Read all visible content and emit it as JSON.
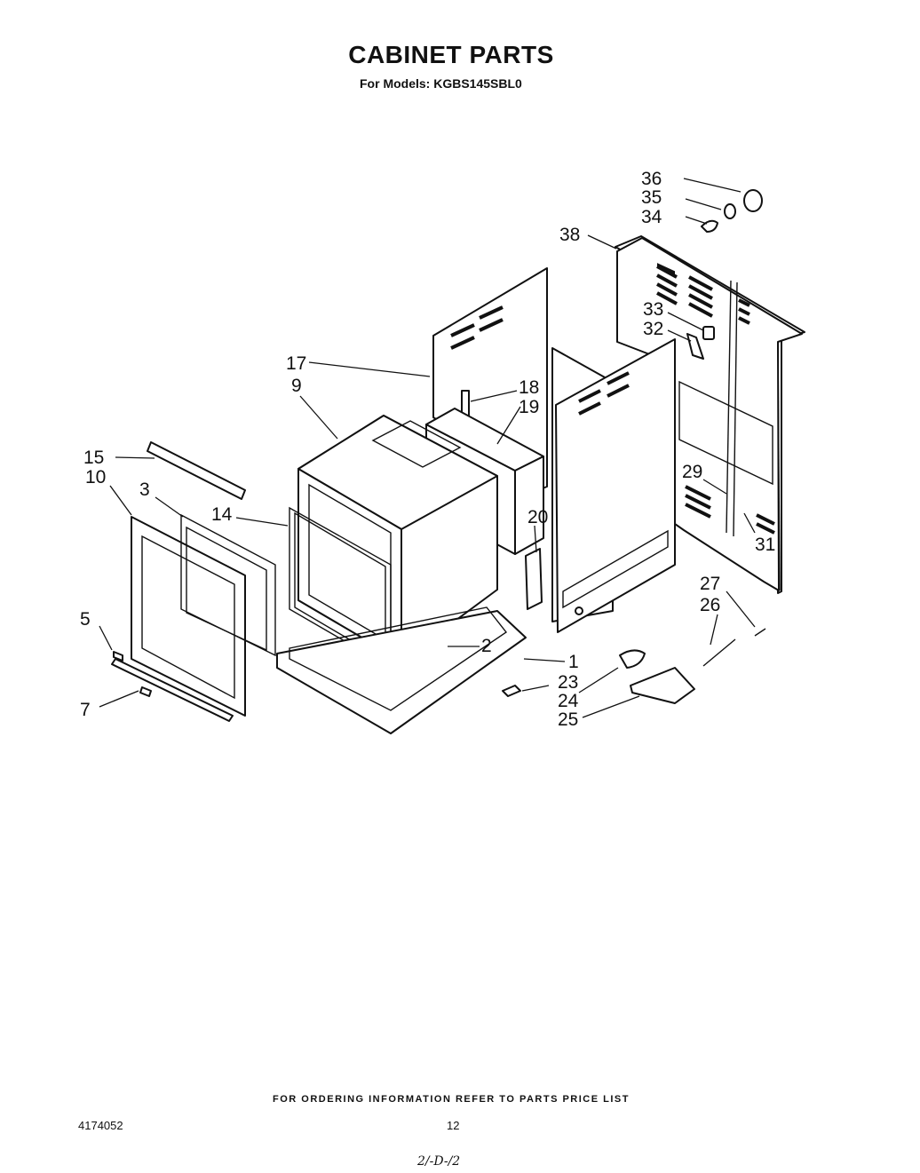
{
  "header": {
    "title": "CABINET PARTS",
    "subtitle": "For Models: KGBS145SBL0"
  },
  "diagram": {
    "callouts": [
      {
        "id": "c1",
        "label": "1"
      },
      {
        "id": "c2",
        "label": "2"
      },
      {
        "id": "c3",
        "label": "3"
      },
      {
        "id": "c5",
        "label": "5"
      },
      {
        "id": "c7",
        "label": "7"
      },
      {
        "id": "c9",
        "label": "9"
      },
      {
        "id": "c10",
        "label": "10"
      },
      {
        "id": "c14",
        "label": "14"
      },
      {
        "id": "c15",
        "label": "15"
      },
      {
        "id": "c17",
        "label": "17"
      },
      {
        "id": "c18",
        "label": "18"
      },
      {
        "id": "c19",
        "label": "19"
      },
      {
        "id": "c20",
        "label": "20"
      },
      {
        "id": "c23",
        "label": "23"
      },
      {
        "id": "c24",
        "label": "24"
      },
      {
        "id": "c25",
        "label": "25"
      },
      {
        "id": "c26",
        "label": "26"
      },
      {
        "id": "c27",
        "label": "27"
      },
      {
        "id": "c29",
        "label": "29"
      },
      {
        "id": "c31",
        "label": "31"
      },
      {
        "id": "c32",
        "label": "32"
      },
      {
        "id": "c33",
        "label": "33"
      },
      {
        "id": "c34",
        "label": "34"
      },
      {
        "id": "c35",
        "label": "35"
      },
      {
        "id": "c36",
        "label": "36"
      },
      {
        "id": "c38",
        "label": "38"
      }
    ]
  },
  "footer": {
    "ordering_note": "FOR ORDERING INFORMATION REFER TO PARTS PRICE LIST",
    "doc_number": "4174052",
    "page_number": "12",
    "handwritten": "2/-D-/2"
  }
}
